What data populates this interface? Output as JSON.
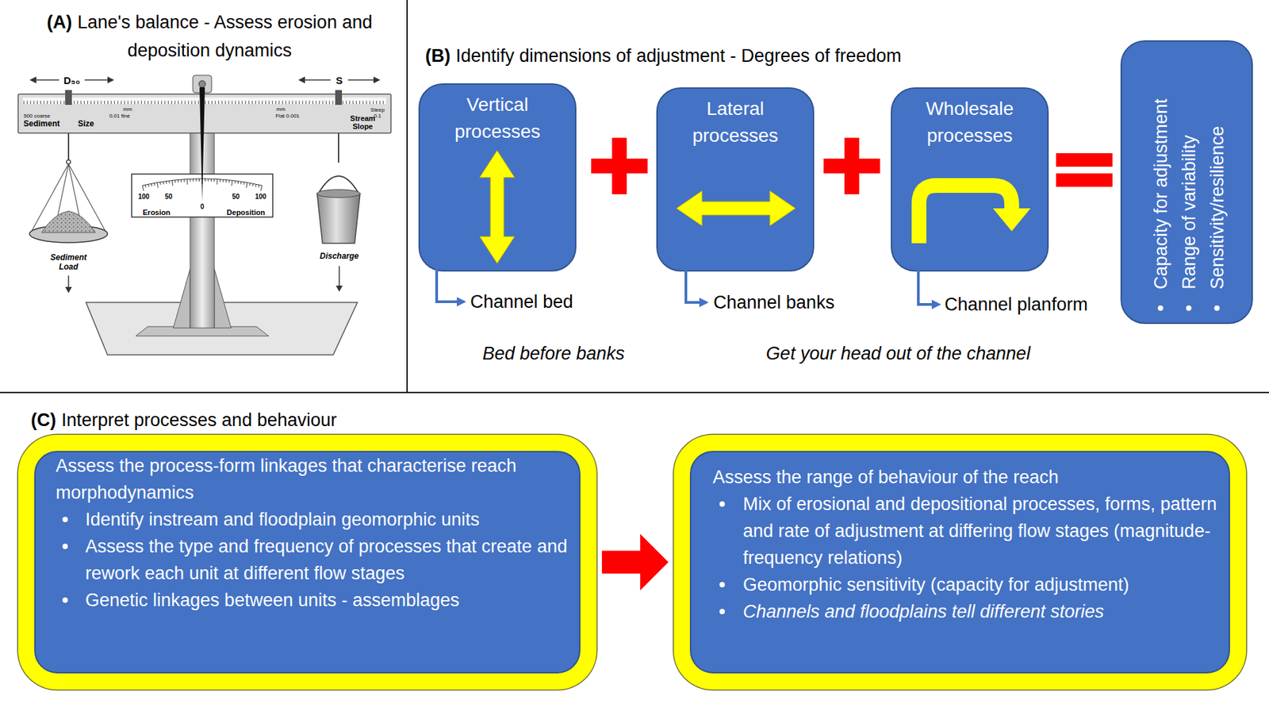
{
  "diagram": {
    "nodes": [
      {
        "text": [
          "Vertical processes"
        ]
      },
      {
        "text": [
          "Lateral processes"
        ]
      },
      {
        "text": [
          "Wholesale processes"
        ]
      },
      {
        "text": [
          "Capacity for adjustment",
          "Range of variability",
          "Sensitivity/resilience"
        ]
      },
      {
        "text": [
          "Assess the process-form linkages that characterise reach morphodynamics",
          "Identify instream and floodplain geomorphic units",
          "Assess the type and frequency of processes that create and rework each unit at different flow stages",
          "Genetic linkages between units - assemblages"
        ]
      },
      {
        "text": [
          "Assess the range of behaviour of the reach",
          "Mix of erosional and depositional processes, forms, pattern and rate of adjustment at differing flow stages (magnitude-frequency relations)",
          "Geomorphic sensitivity (capacity for adjustment)",
          "Channels and floodplains tell different stories"
        ]
      }
    ],
    "edges": [
      {
        "from": 4,
        "to": 5,
        "arrow": "to"
      }
    ],
    "labels": [
      "(A)",
      "Lane's balance - Assess erosion and deposition dynamics",
      "D₅₀",
      "S",
      "500 coarse",
      "0.01 fine",
      "mm",
      "Sediment",
      "Size",
      "mm",
      "Flat 0.001",
      "Steep",
      "0.1",
      "Stream",
      "Slope",
      "100",
      "50",
      "0",
      "50",
      "100",
      "Erosion",
      "Deposition",
      "Sediment Load",
      "Discharge",
      "(B)",
      "Identify dimensions of adjustment - Degrees of freedom",
      "Channel bed",
      "Channel banks",
      "Channel planform",
      "Bed before banks",
      "Get your head out of the channel",
      "(C)",
      "Interpret processes and behaviour"
    ]
  }
}
